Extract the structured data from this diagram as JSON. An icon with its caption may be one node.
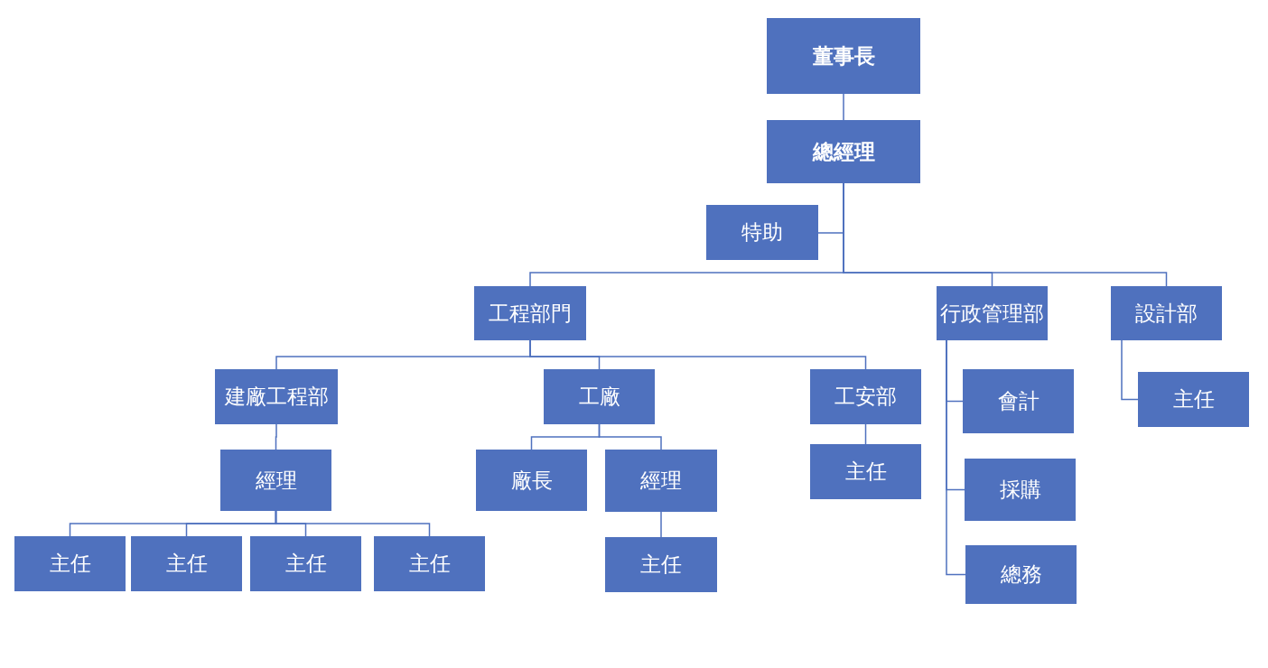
{
  "diagram": {
    "nodes": [
      {
        "text": [
          "董事長"
        ]
      },
      {
        "text": [
          "總經理"
        ]
      },
      {
        "text": [
          "特助"
        ]
      },
      {
        "text": [
          "工程部門"
        ]
      },
      {
        "text": [
          "行政管理部"
        ]
      },
      {
        "text": [
          "設計部"
        ]
      },
      {
        "text": [
          "建廠工程部"
        ]
      },
      {
        "text": [
          "工廠"
        ]
      },
      {
        "text": [
          "工安部"
        ]
      },
      {
        "text": [
          "會計"
        ]
      },
      {
        "text": [
          "主任"
        ]
      },
      {
        "text": [
          "經理"
        ]
      },
      {
        "text": [
          "廠長"
        ]
      },
      {
        "text": [
          "經理"
        ]
      },
      {
        "text": [
          "主任"
        ]
      },
      {
        "text": [
          "採購"
        ]
      },
      {
        "text": [
          "主任"
        ]
      },
      {
        "text": [
          "主任"
        ]
      },
      {
        "text": [
          "主任"
        ]
      },
      {
        "text": [
          "主任"
        ]
      },
      {
        "text": [
          "主任"
        ]
      },
      {
        "text": [
          "總務"
        ]
      }
    ],
    "edges": [
      {
        "from": 0,
        "to": 1,
        "arrow": "none"
      },
      {
        "from": 1,
        "to": 2,
        "arrow": "none"
      },
      {
        "from": 1,
        "to": 3,
        "arrow": "none"
      },
      {
        "from": 1,
        "to": 4,
        "arrow": "none"
      },
      {
        "from": 1,
        "to": 5,
        "arrow": "none"
      },
      {
        "from": 3,
        "to": 6,
        "arrow": "none"
      },
      {
        "from": 3,
        "to": 7,
        "arrow": "none"
      },
      {
        "from": 3,
        "to": 8,
        "arrow": "none"
      },
      {
        "from": 4,
        "to": 9,
        "arrow": "none"
      },
      {
        "from": 4,
        "to": 15,
        "arrow": "none"
      },
      {
        "from": 4,
        "to": 21,
        "arrow": "none"
      },
      {
        "from": 5,
        "to": 10,
        "arrow": "none"
      },
      {
        "from": 6,
        "to": 11,
        "arrow": "none"
      },
      {
        "from": 7,
        "to": 12,
        "arrow": "none"
      },
      {
        "from": 7,
        "to": 13,
        "arrow": "none"
      },
      {
        "from": 8,
        "to": 14,
        "arrow": "none"
      },
      {
        "from": 11,
        "to": 16,
        "arrow": "none"
      },
      {
        "from": 11,
        "to": 17,
        "arrow": "none"
      },
      {
        "from": 11,
        "to": 18,
        "arrow": "none"
      },
      {
        "from": 11,
        "to": 19,
        "arrow": "none"
      },
      {
        "from": 13,
        "to": 20,
        "arrow": "none"
      }
    ]
  }
}
